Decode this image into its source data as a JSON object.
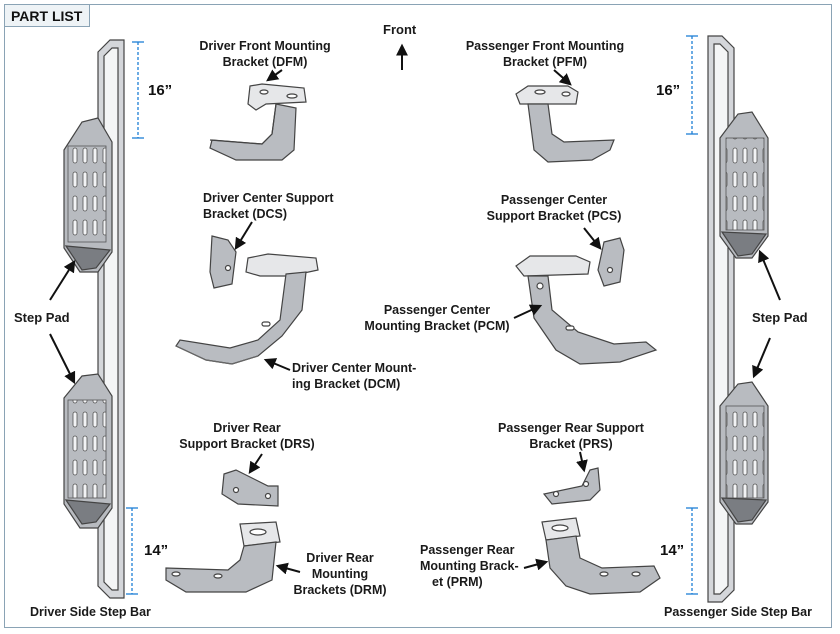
{
  "header": {
    "title": "PART LIST"
  },
  "front_label": "Front",
  "parts": {
    "dfm": {
      "line1": "Driver Front Mounting",
      "line2": "Bracket (DFM)"
    },
    "pfm": {
      "line1": "Passenger Front Mounting",
      "line2": "Bracket (PFM)"
    },
    "dcs": {
      "line1": "Driver Center Support",
      "line2": "Bracket (DCS)"
    },
    "pcs": {
      "line1": "Passenger Center",
      "line2": "Support Bracket (PCS)"
    },
    "pcm": {
      "line1": "Passenger Center",
      "line2": "Mounting Bracket (PCM)"
    },
    "dcm": {
      "line1": "Driver Center Mount-",
      "line2": "ing Bracket (DCM)"
    },
    "drs": {
      "line1": "Driver Rear",
      "line2": "Support Bracket (DRS)"
    },
    "prs": {
      "line1": "Passenger Rear Support",
      "line2": "Bracket (PRS)"
    },
    "drm": {
      "line1": "Driver Rear",
      "line2": "Mounting",
      "line3": "Brackets (DRM)"
    },
    "prm": {
      "line1": "Passenger Rear",
      "line2": "Mounting Brack-",
      "line3": "et (PRM)"
    }
  },
  "step_pad_left": "Step Pad",
  "step_pad_right": "Step Pad",
  "dimensions": {
    "left_top": "16”",
    "left_bottom": "14”",
    "right_top": "16”",
    "right_bottom": "14”"
  },
  "bar_labels": {
    "driver": "Driver Side Step Bar",
    "passenger": "Passenger Side Step Bar"
  },
  "colors": {
    "border": "#8aa3b5",
    "dimension_line": "#1e7fd6",
    "part_fill": "#b9bcc1"
  }
}
